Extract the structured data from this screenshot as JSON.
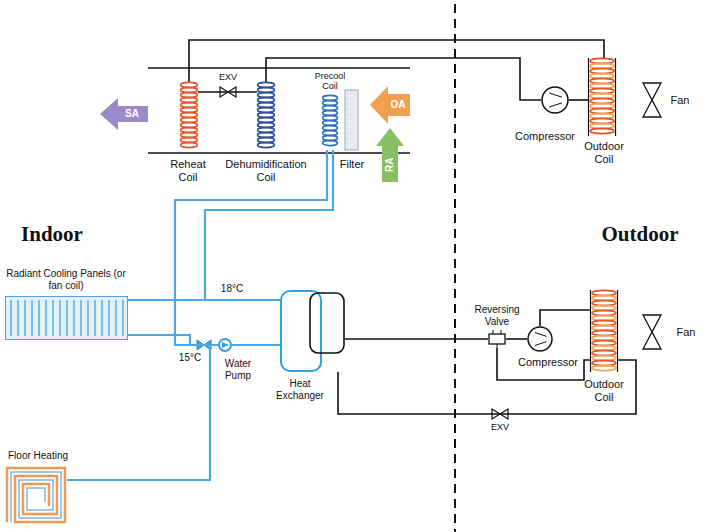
{
  "diagram": {
    "nodes": [
      {
        "text": [
          "Reheat Coil"
        ]
      },
      {
        "text": [
          "Dehumidification Coil"
        ]
      },
      {
        "text": [
          "Precool Coil"
        ]
      },
      {
        "text": [
          "Filter"
        ]
      },
      {
        "text": [
          "Compressor"
        ]
      },
      {
        "text": [
          "Outdoor Coil"
        ]
      },
      {
        "text": [
          "Radiant Cooling Panels (or fan coil)"
        ]
      },
      {
        "text": [
          "Water Pump"
        ]
      },
      {
        "text": [
          "Heat Exchanger"
        ]
      },
      {
        "text": [
          "Reversing Valve"
        ]
      },
      {
        "text": [
          "Compressor"
        ]
      },
      {
        "text": [
          "Outdoor Coil"
        ]
      },
      {
        "text": [
          "Floor Heating"
        ]
      }
    ],
    "edges": [
      {
        "from": 0,
        "to": 5,
        "arrow": "none"
      },
      {
        "from": 1,
        "to": 4,
        "arrow": "none"
      },
      {
        "from": 4,
        "to": 5,
        "arrow": "none"
      },
      {
        "from": 0,
        "to": 1,
        "arrow": "none"
      },
      {
        "from": 2,
        "to": 8,
        "arrow": "none"
      },
      {
        "from": 2,
        "to": 7,
        "arrow": "none"
      },
      {
        "from": 6,
        "to": 8,
        "label": "18°C",
        "arrow": "none"
      },
      {
        "from": 6,
        "to": 7,
        "label": "15°C",
        "arrow": "none"
      },
      {
        "from": 7,
        "to": 8,
        "arrow": "none"
      },
      {
        "from": 12,
        "to": 7,
        "arrow": "none"
      },
      {
        "from": 8,
        "to": 9,
        "arrow": "none"
      },
      {
        "from": 9,
        "to": 10,
        "arrow": "none"
      },
      {
        "from": 9,
        "to": 11,
        "arrow": "none"
      },
      {
        "from": 10,
        "to": 11,
        "arrow": "none"
      },
      {
        "from": 11,
        "to": 8,
        "arrow": "none"
      }
    ],
    "labels": [
      "EXV",
      "SA",
      "OA",
      "RA",
      "Indoor",
      "Outdoor",
      "Fan",
      "Fan",
      "EXV"
    ]
  }
}
